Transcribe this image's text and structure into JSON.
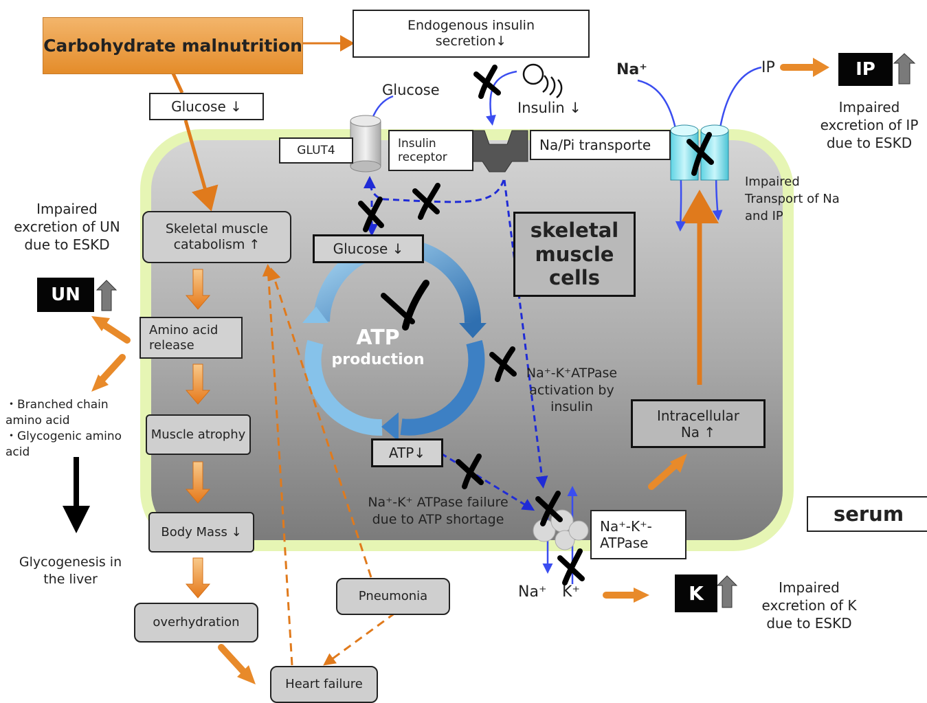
{
  "carbohydrate_malnutrition": "Carbohydrate malnutrition",
  "endogenous_insulin": "Endogenous insulin secretion↓",
  "glucose_decrease_top": "Glucose ↓",
  "glucose_label": "Glucose",
  "insulin_decrease": "Insulin ↓",
  "glut4": "GLUT4",
  "insulin_receptor": "Insulin receptor",
  "na_pi_transporter": "Na/Pi transporte",
  "na_plus_top": "Na⁺",
  "ip_label": "IP",
  "ip_badge": "IP",
  "impaired_ip": "Impaired excretion of IP due to ESKD",
  "impaired_transport": "Impaired Transport of Na and IP",
  "impaired_un": "Impaired excretion of UN due to ESKD",
  "un_badge": "UN",
  "skeletal_catabolism": "Skeletal muscle catabolism ↑",
  "amino_acid_release": "Amino acid release",
  "muscle_atrophy": "Muscle atrophy",
  "body_mass": "Body Mass ↓",
  "overhydration": "overhydration",
  "heart_failure": "Heart failure",
  "pneumonia": "Pneumonia",
  "amino_list": [
    "・Branched chain amino acid",
    "・Glycogenic amino acid"
  ],
  "glycogenesis": "Glycogenesis in the liver",
  "glucose_in_cell": "Glucose ↓",
  "atp_title": "ATP",
  "atp_sub": "production",
  "atp_decrease": "ATP↓",
  "skeletal_cells": "skeletal muscle cells",
  "na_k_activation": "Na⁺-K⁺ATPase activation by insulin",
  "na_k_failure": "Na⁺-K⁺ ATPase failure due to ATP shortage",
  "intracellular_na": "Intracellular Na ↑",
  "serum": "serum",
  "na_k_atpase": "Na⁺-K⁺- ATPase",
  "na_bottom": "Na⁺",
  "k_bottom": "K⁺",
  "k_badge": "K",
  "impaired_k": "Impaired excretion of K due to ESKD",
  "colors": {
    "orange": "#e07a1c",
    "blue": "#1f2bd6",
    "cell_green": "#e6f5b4",
    "transporter_cyan": "#7fe6f2"
  }
}
